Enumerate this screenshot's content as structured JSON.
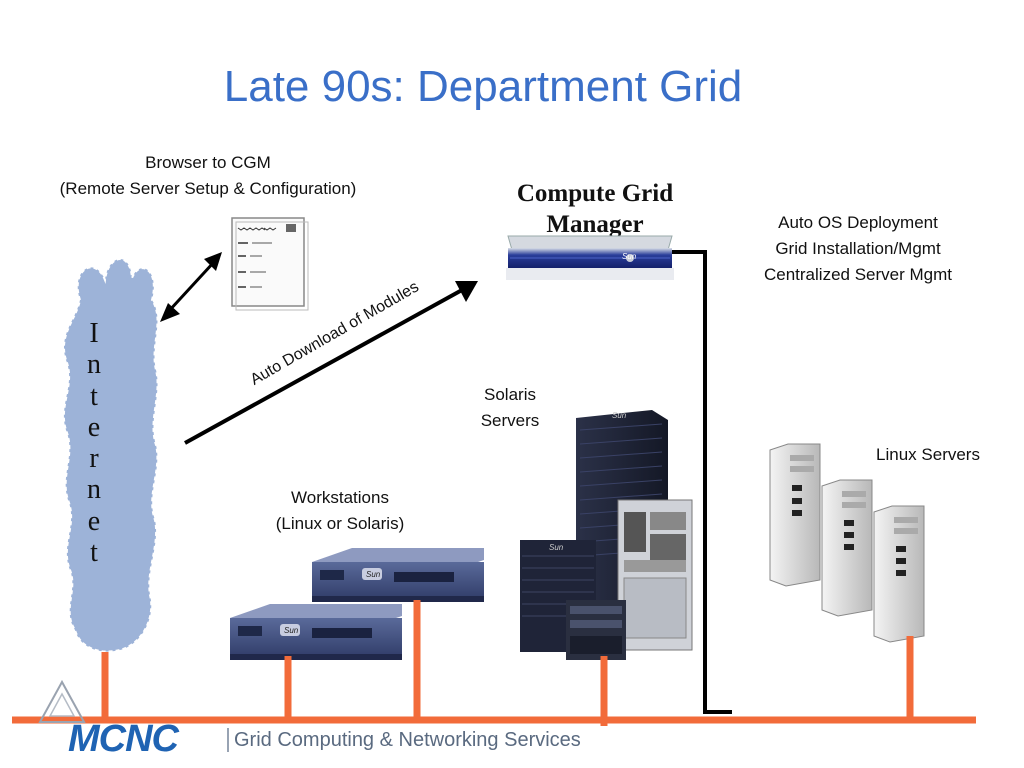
{
  "title": "Late 90s: Department Grid",
  "browser": {
    "line1": "Browser to CGM",
    "line2": "(Remote Server Setup & Configuration)"
  },
  "cgm": {
    "line1": "Compute Grid",
    "line2": "Manager"
  },
  "cgm_features": [
    "Auto OS Deployment",
    "Grid Installation/Mgmt",
    "Centralized Server Mgmt"
  ],
  "auto_download": "Auto Download of Modules",
  "internet_letters": [
    "I",
    "n",
    "t",
    "e",
    "r",
    "n",
    "e",
    "t"
  ],
  "solaris": {
    "line1": "Solaris",
    "line2": "Servers"
  },
  "workstations": {
    "line1": "Workstations",
    "line2": "(Linux or Solaris)"
  },
  "linux": "Linux Servers",
  "server_badge": "Sun",
  "footer": {
    "logo": "MCNC",
    "tagline": "Grid Computing & Networking Services"
  },
  "colors": {
    "title": "#3a6fc8",
    "network": "#f26b3a",
    "cloud": "#9db3d8",
    "logo": "#1f63b3"
  }
}
